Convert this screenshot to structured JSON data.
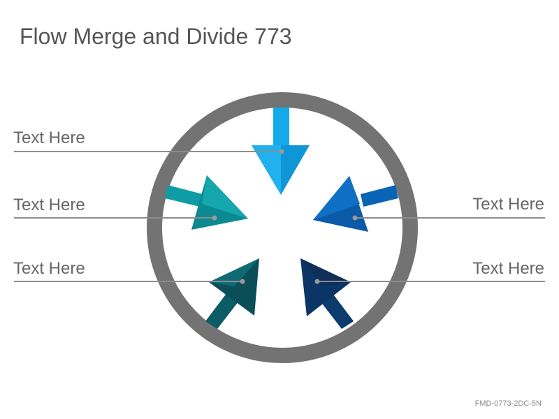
{
  "title": "Flow Merge and Divide 773",
  "labels": {
    "left_top": "Text Here",
    "left_middle": "Text Here",
    "left_bottom": "Text Here",
    "right_middle": "Text Here",
    "right_bottom": "Text Here"
  },
  "footer_code": "FMD-0773-2DC-5N",
  "colors": {
    "ring": "#737373",
    "arrow_top": "#14A7E6",
    "arrow_upper_left": "#0E9BA3",
    "arrow_upper_right": "#0A63B4",
    "arrow_lower_left": "#0C5A63",
    "arrow_lower_right": "#0C3A6B",
    "leader_line": "#8C8C8C"
  }
}
